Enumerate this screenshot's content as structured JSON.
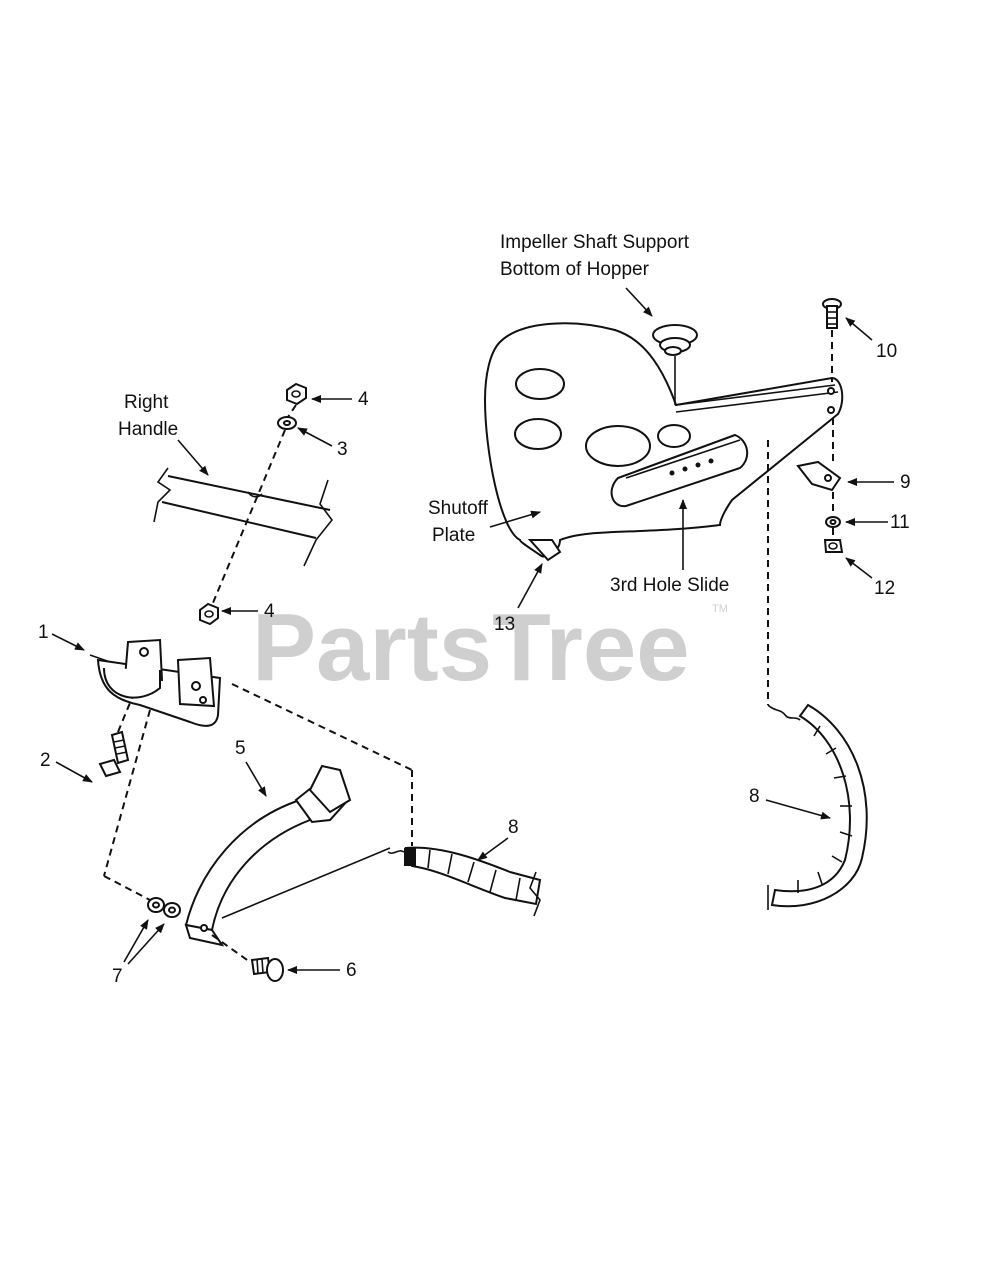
{
  "labels": {
    "impeller_line1": "Impeller Shaft Support",
    "impeller_line2": "Bottom of Hopper",
    "right_handle_line1": "Right",
    "right_handle_line2": "Handle",
    "shutoff_line1": "Shutoff",
    "shutoff_line2": "Plate",
    "third_hole_slide": "3rd Hole Slide"
  },
  "callouts": {
    "c1": "1",
    "c2": "2",
    "c3": "3",
    "c4a": "4",
    "c4b": "4",
    "c5": "5",
    "c6": "6",
    "c7": "7",
    "c8a": "8",
    "c8b": "8",
    "c9": "9",
    "c10": "10",
    "c11": "11",
    "c12": "12",
    "c13": "13"
  },
  "watermark": {
    "text": "PartsTree",
    "tm": "TM"
  },
  "colors": {
    "ink": "#111111",
    "watermark": "#cfcfcf",
    "background": "#ffffff"
  }
}
